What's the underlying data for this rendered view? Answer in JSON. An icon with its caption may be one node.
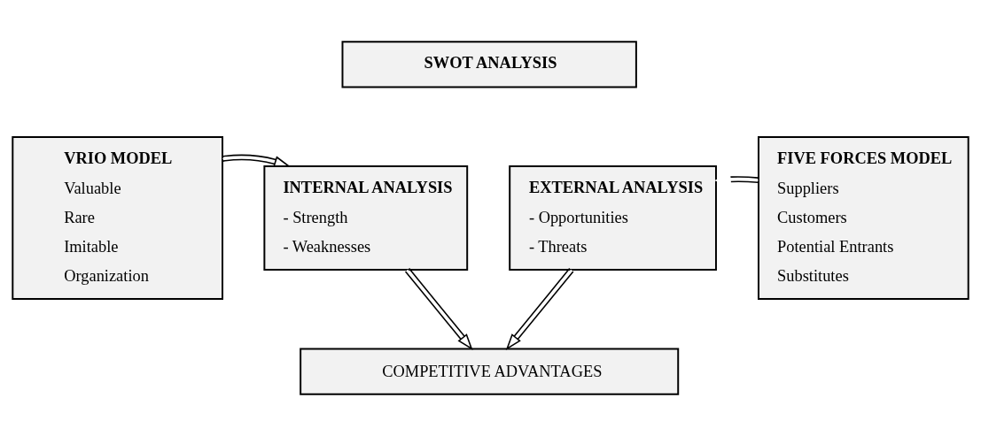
{
  "diagram": {
    "nodes": [
      {
        "text": [
          "SWOT ANALYSIS"
        ]
      },
      {
        "text": [
          "VRIO MODEL",
          "Valuable",
          "Rare",
          "Imitable",
          "Organization"
        ]
      },
      {
        "text": [
          "INTERNAL ANALYSIS",
          "- Strength",
          "- Weaknesses"
        ]
      },
      {
        "text": [
          "EXTERNAL ANALYSIS",
          "- Opportunities",
          "- Threats"
        ]
      },
      {
        "text": [
          "FIVE FORCES MODEL",
          "Suppliers",
          "Customers",
          "Potential Entrants",
          "Substitutes"
        ]
      },
      {
        "text": [
          "COMPETITIVE ADVANTAGES"
        ]
      }
    ],
    "edges": [
      {
        "from": 1,
        "to": 2,
        "arrow": "to"
      },
      {
        "from": 4,
        "to": 3,
        "arrow": "to"
      },
      {
        "from": 2,
        "to": 5,
        "arrow": "to"
      },
      {
        "from": 3,
        "to": 5,
        "arrow": "to"
      }
    ]
  }
}
